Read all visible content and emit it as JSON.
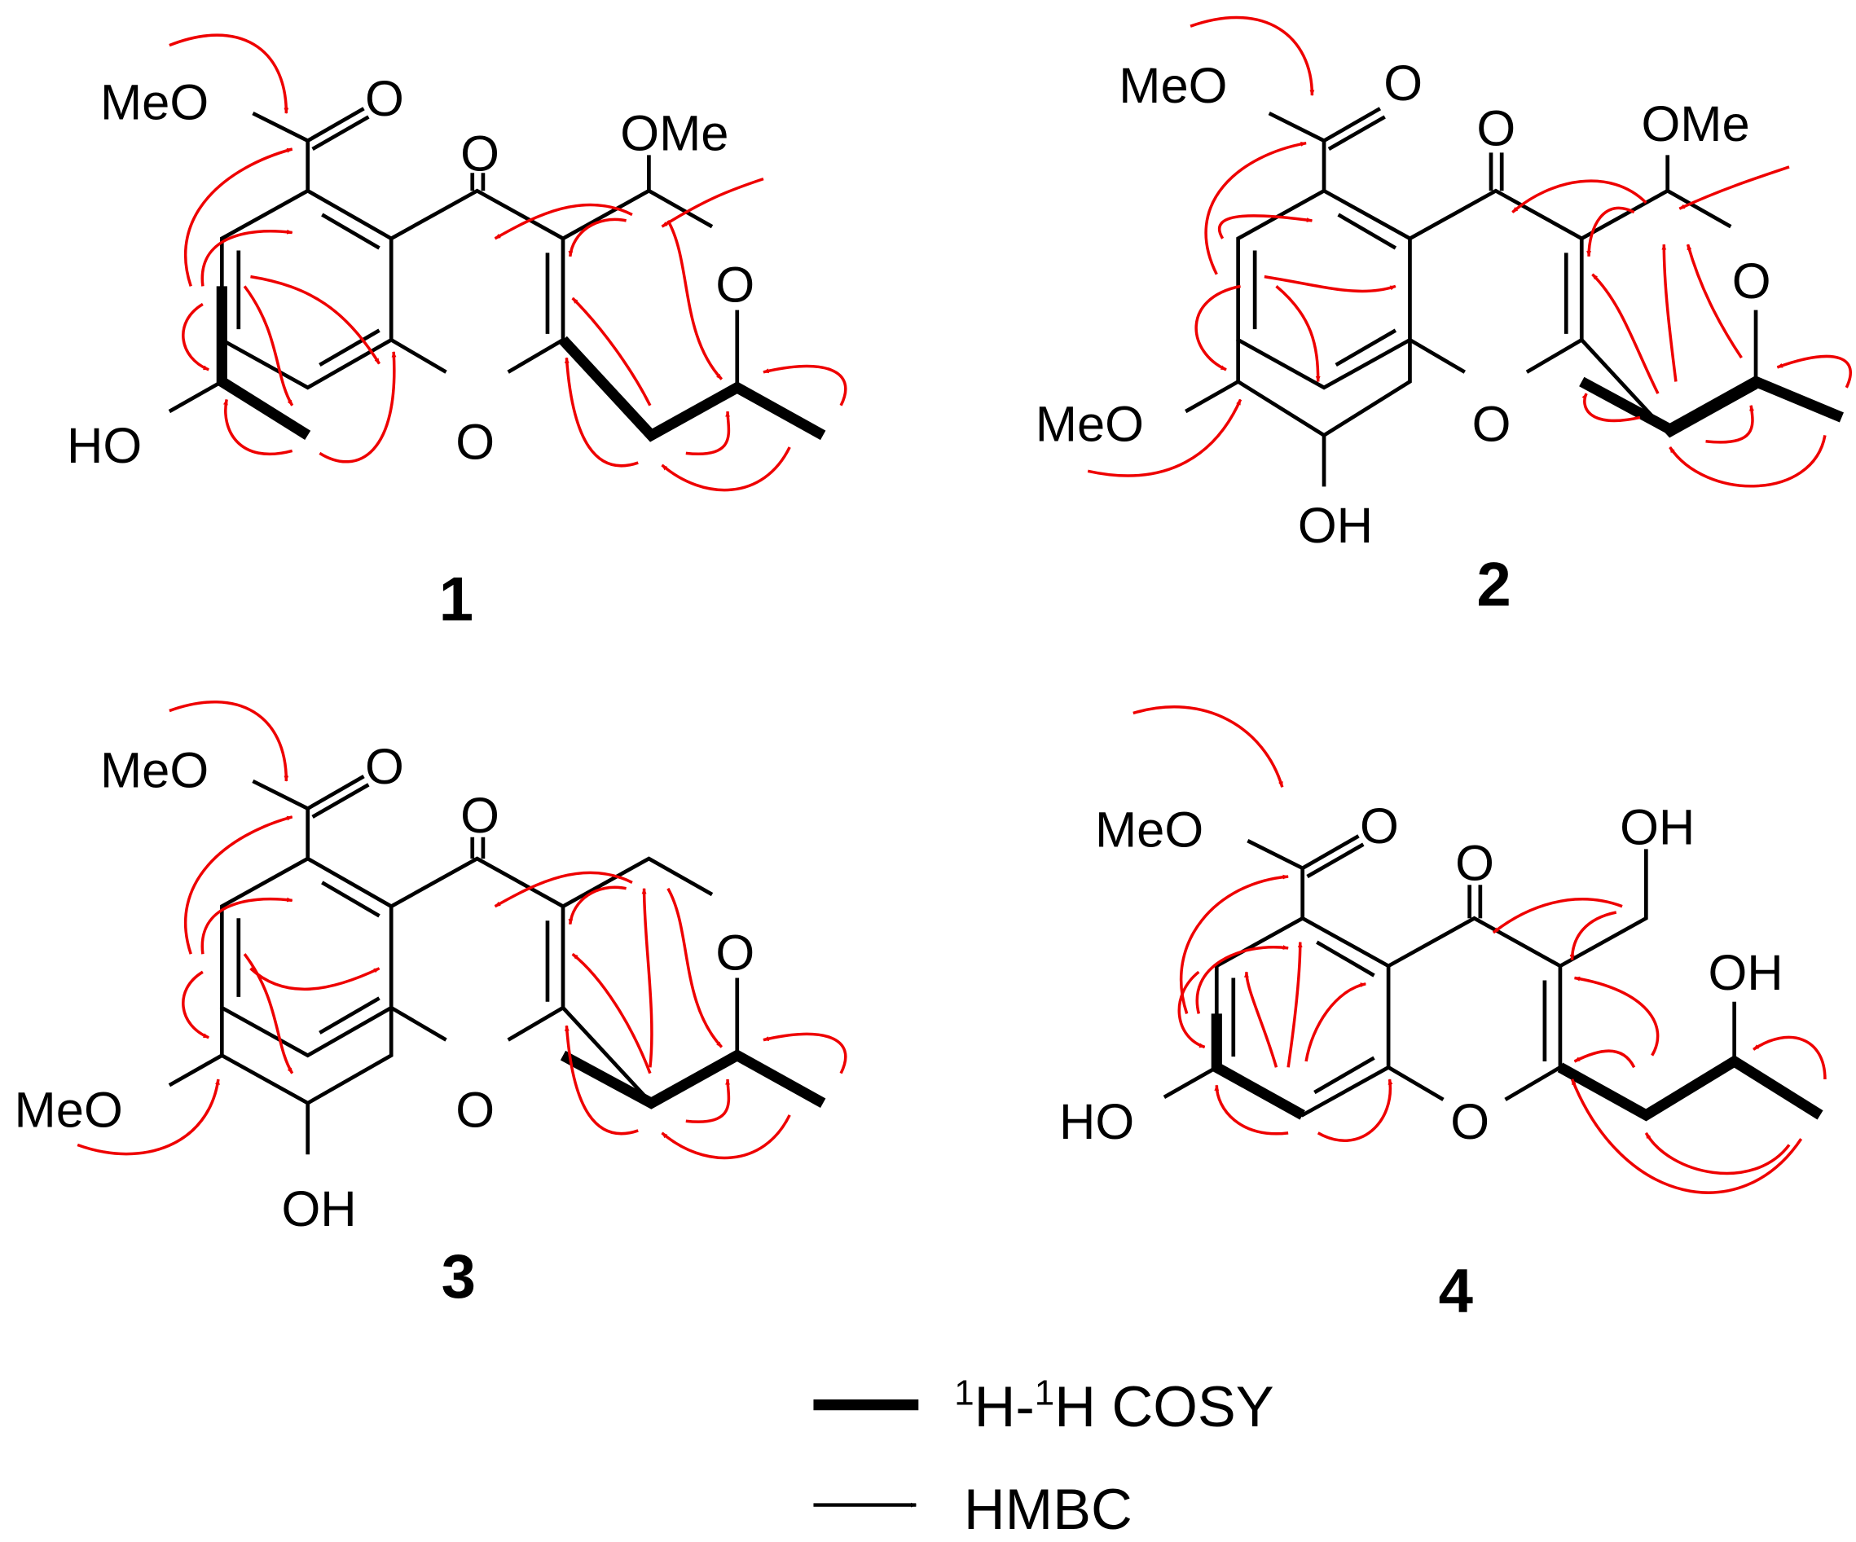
{
  "compounds": [
    {
      "number": "1",
      "labels": {
        "ester_ome": "MeO",
        "ester_o": "O",
        "ketone_o": "O",
        "acetal_ome": "OMe",
        "ring_o_pyran": "O",
        "ring_o_chromone": "O",
        "substituent_a": "HO"
      }
    },
    {
      "number": "2",
      "labels": {
        "ester_ome": "MeO",
        "ester_o": "O",
        "ketone_o": "O",
        "acetal_ome": "OMe",
        "ring_o_pyran": "O",
        "ring_o_chromone": "O",
        "substituent_a": "MeO",
        "substituent_b": "OH"
      }
    },
    {
      "number": "3",
      "labels": {
        "ester_ome": "MeO",
        "ester_o": "O",
        "ketone_o": "O",
        "ring_o_pyran": "O",
        "ring_o_chromone": "O",
        "substituent_a": "MeO",
        "substituent_b": "OH"
      }
    },
    {
      "number": "4",
      "labels": {
        "ester_ome": "MeO",
        "ester_o": "O",
        "ketone_o": "O",
        "ring_o_chromone": "O",
        "substituent_a": "HO",
        "hydroxymethyl_oh": "OH",
        "side_chain_oh": "OH"
      }
    }
  ],
  "legend": {
    "cosy_sup1": "1",
    "cosy_h1": "H-",
    "cosy_sup2": "1",
    "cosy_h2": "H COSY",
    "hmbc": "HMBC"
  },
  "colors": {
    "bond": "#000000",
    "hmbc_arrow": "#ee0000"
  }
}
